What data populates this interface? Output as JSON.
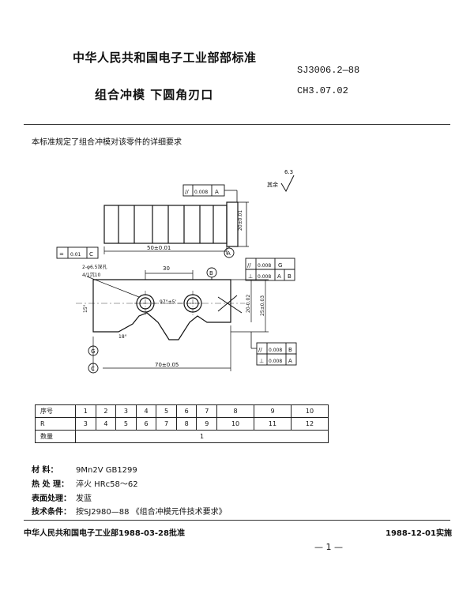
{
  "header": {
    "org_title": "中华人民共和国电子工业部部标准",
    "std_code": "SJ3006.2—88",
    "part_title": "组合冲模   下圆角刃口",
    "part_code": "CH3.07.02"
  },
  "intro": "本标准规定了组合冲模对该零件的详细要求",
  "drawing": {
    "roughness_top": "其余",
    "roughness_top_value": "6.3",
    "fcf_top": {
      "sym": "//",
      "tol": "0.008",
      "datum": "A"
    },
    "dim_length": "50±0.01",
    "dim_height_side": "20±0.01",
    "fcf_left": {
      "sym": "=",
      "tol": "0.01",
      "datum": "C"
    },
    "datum_a": "A",
    "datum_b": "B",
    "datum_c": "C",
    "datum_g": "G",
    "hole_note": "2-φ6.5深孔",
    "hole_note2": "4/1沉10",
    "dim_30": "30",
    "dim_97": "97°±5'",
    "dim_70": "70±0.05",
    "dim_20": "20-0.02",
    "dim_25": "25±0.03",
    "dim_15": "15°",
    "dim_18": "18°",
    "fcf_right_top": [
      {
        "sym": "//",
        "tol": "0.008",
        "datum": "G"
      },
      {
        "sym": "⊥",
        "tol": "0.008",
        "datum": "A",
        "datum2": "B"
      }
    ],
    "fcf_right_bottom": [
      {
        "sym": "//",
        "tol": "0.008",
        "datum": "B"
      },
      {
        "sym": "⊥",
        "tol": "0.008",
        "datum": "A"
      }
    ]
  },
  "param_table": {
    "row_labels": [
      "序号",
      "R",
      "数量"
    ],
    "seq": [
      "1",
      "2",
      "3",
      "4",
      "5",
      "6",
      "7",
      "8",
      "9",
      "10"
    ],
    "r": [
      "3",
      "4",
      "5",
      "6",
      "7",
      "8",
      "9",
      "10",
      "11",
      "12"
    ],
    "qty": "1"
  },
  "specs": [
    {
      "label": "材   料：",
      "value": "9Mn2V   GB1299"
    },
    {
      "label": "热 处 理：",
      "value": "淬火  HRc58～62"
    },
    {
      "label": "表面处理：",
      "value": "发蓝"
    },
    {
      "label": "技术条件：",
      "value": "按SJ2980—88 《组合冲模元件技术要求》"
    }
  ],
  "footer": {
    "approval": "中华人民共和国电子工业部1988-03-28批准",
    "effective": "1988-12-01实施",
    "page": "— 1 —"
  }
}
